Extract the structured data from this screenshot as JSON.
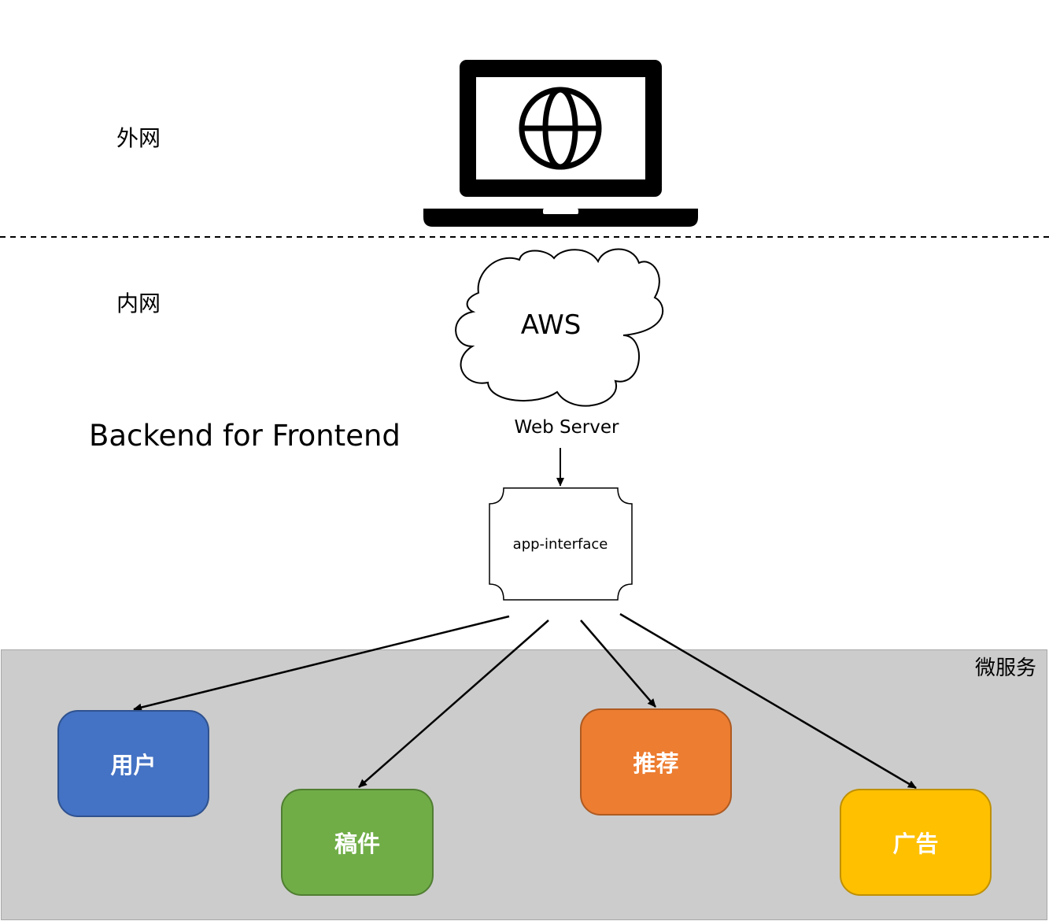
{
  "zones": {
    "external": "外网",
    "internal": "内网"
  },
  "title": "Backend for Frontend",
  "cloud": {
    "label": "AWS",
    "icon": "cloud-icon"
  },
  "laptop": {
    "icon": "laptop-globe-icon"
  },
  "web_server": {
    "label": "Web Server"
  },
  "gateway": {
    "label": "app-interface"
  },
  "microservices": {
    "label": "微服务",
    "services": [
      {
        "label": "用户",
        "color": "#4472C4"
      },
      {
        "label": "稿件",
        "color": "#70AD47"
      },
      {
        "label": "推荐",
        "color": "#ED7D31"
      },
      {
        "label": "广告",
        "color": "#FFC000"
      }
    ]
  }
}
